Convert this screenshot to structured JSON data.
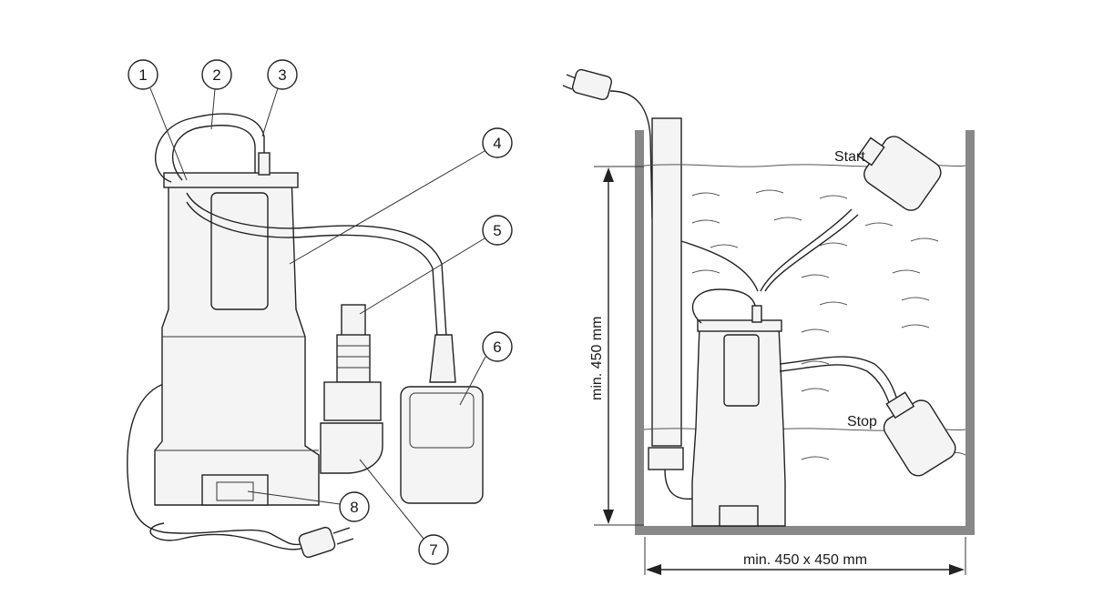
{
  "callouts": [
    "1",
    "2",
    "3",
    "4",
    "5",
    "6",
    "7",
    "8"
  ],
  "labels": {
    "start": "Start",
    "stop": "Stop",
    "min_height": "min. 450 mm",
    "min_area": "min. 450 x 450 mm"
  }
}
